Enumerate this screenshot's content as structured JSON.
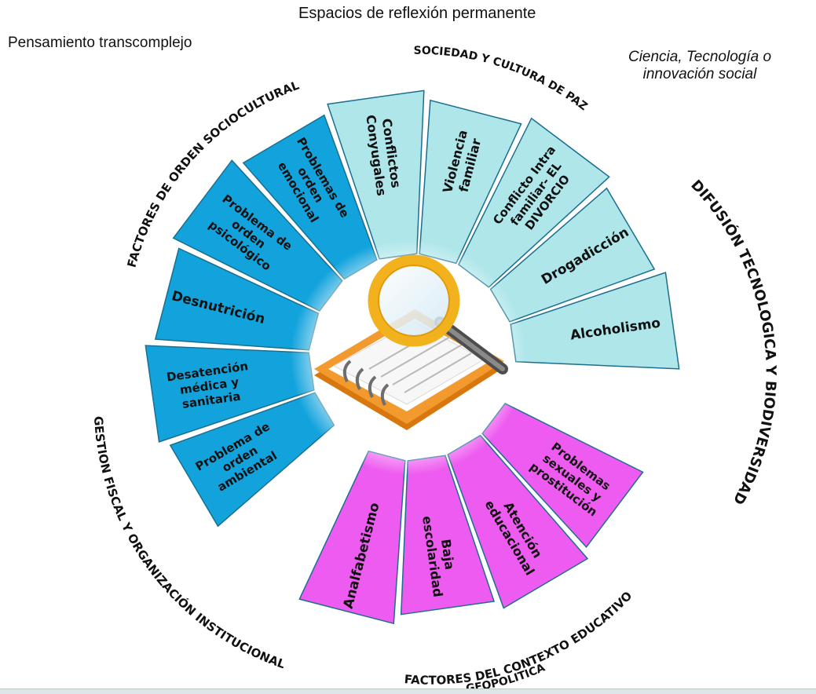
{
  "header": {
    "title": "Espacios de reflexión permanente",
    "top_left": "Pensamiento transcomplejo",
    "top_right_lines": [
      "Ciencia, Tecnología o",
      "innovación social"
    ]
  },
  "arc_labels": {
    "orden_sociocultural": "FACTORES DE ORDEN SOCIOCULTURAL",
    "sociedad_cultura": "SOCIEDAD Y CULTURA DE PAZ",
    "difusion": "DIFUSIÓN TECNOLOGICA Y BIODIVERSIDAD",
    "gestion_fiscal": "GESTION FISCAL Y ORGANIZACIÓN INSTITUCIONAL",
    "contexto_educativo": "FACTORES DEL CONTEXTO EDUCATIVO",
    "geopolitica": "GEOPOLITICA"
  },
  "colors": {
    "blue": "#12a3dd",
    "light_cyan": "#aee6ea",
    "magenta": "#ee5bf0",
    "outline": "#1b6f8e",
    "orange": "#f29a2e",
    "gold": "#f1b21e"
  },
  "segments": [
    {
      "id": "alcoholismo",
      "group": "light_cyan",
      "lines": [
        "Alcoholismo"
      ]
    },
    {
      "id": "drogadiccion",
      "group": "light_cyan",
      "lines": [
        "Drogadicción"
      ]
    },
    {
      "id": "conflicto-intra",
      "group": "light_cyan",
      "lines": [
        "Conflicto Intra",
        "familiar- EL",
        "DIVORCIO"
      ]
    },
    {
      "id": "violencia-familiar",
      "group": "light_cyan",
      "lines": [
        "Violencia",
        "familiar"
      ]
    },
    {
      "id": "conflictos-conyugales",
      "group": "light_cyan",
      "lines": [
        "Conflictos",
        "Conyugales"
      ]
    },
    {
      "id": "orden-emocional",
      "group": "blue",
      "lines": [
        "Problemas de",
        "orden",
        "emocional"
      ]
    },
    {
      "id": "orden-psicologico",
      "group": "blue",
      "lines": [
        "Problema de",
        "orden",
        "psicológico"
      ]
    },
    {
      "id": "desnutricion",
      "group": "blue",
      "lines": [
        "Desnutrición"
      ]
    },
    {
      "id": "desatencion",
      "group": "blue",
      "lines": [
        "Desatención",
        "médica y",
        "sanitaria"
      ]
    },
    {
      "id": "orden-ambiental",
      "group": "blue",
      "lines": [
        "Problema de",
        "orden",
        "ambiental"
      ]
    },
    {
      "id": "analfabetismo",
      "group": "magenta",
      "lines": [
        "Analfabetismo"
      ]
    },
    {
      "id": "baja-escolaridad",
      "group": "magenta",
      "lines": [
        "Baja",
        "escolaridad"
      ]
    },
    {
      "id": "atencion-educacional",
      "group": "magenta",
      "lines": [
        "Atención",
        "educacional"
      ]
    },
    {
      "id": "problemas-sexuales",
      "group": "magenta",
      "lines": [
        "Problemas",
        "sexuales y",
        "prostitución"
      ]
    }
  ]
}
